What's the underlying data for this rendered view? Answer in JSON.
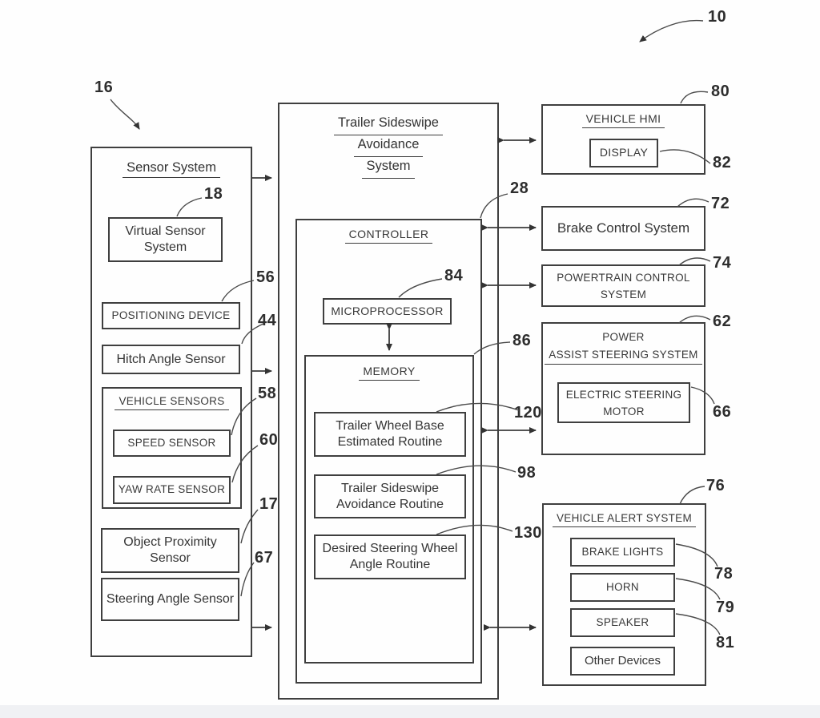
{
  "figure": {
    "ref": "10"
  },
  "sensor_system": {
    "ref": "16",
    "title": "Sensor System",
    "virtual_sensor": {
      "ref": "18",
      "label": "Virtual Sensor System"
    },
    "positioning_device": {
      "ref": "56",
      "label": "POSITIONING DEVICE"
    },
    "hitch_angle_sensor": {
      "ref": "44",
      "label": "Hitch Angle Sensor"
    },
    "vehicle_sensors": {
      "title": "VEHICLE SENSORS",
      "speed_sensor": {
        "ref": "58",
        "label": "SPEED SENSOR"
      },
      "yaw_rate_sensor": {
        "ref": "60",
        "label": "YAW RATE SENSOR"
      }
    },
    "object_proximity_sensor": {
      "ref": "17",
      "label": "Object Proximity Sensor"
    },
    "steering_angle_sensor": {
      "ref": "67",
      "label": "Steering Angle Sensor"
    }
  },
  "avoidance_system": {
    "title_lines": [
      "Trailer Sideswipe",
      "Avoidance",
      "System"
    ],
    "controller": {
      "ref": "28",
      "title": "CONTROLLER",
      "microprocessor": {
        "ref": "84",
        "label": "MICROPROCESSOR"
      },
      "memory": {
        "ref": "86",
        "title": "MEMORY",
        "routines": [
          {
            "ref": "120",
            "label": "Trailer Wheel Base Estimated Routine"
          },
          {
            "ref": "98",
            "label": "Trailer Sideswipe Avoidance Routine"
          },
          {
            "ref": "130",
            "label": "Desired Steering Wheel Angle Routine"
          }
        ]
      }
    }
  },
  "vehicle_hmi": {
    "ref": "80",
    "title": "VEHICLE HMI",
    "display": {
      "ref": "82",
      "label": "DISPLAY"
    }
  },
  "brake_control_system": {
    "ref": "72",
    "label": "Brake Control System"
  },
  "powertrain_control_system": {
    "ref": "74",
    "line1": "POWERTRAIN CONTROL",
    "line2": "SYSTEM"
  },
  "power_assist_steering_system": {
    "ref": "62",
    "line1": "POWER",
    "line2": "ASSIST STEERING SYSTEM",
    "electric_steering_motor": {
      "ref": "66",
      "line1": "ELECTRIC STEERING",
      "line2": "MOTOR"
    }
  },
  "vehicle_alert_system": {
    "ref": "76",
    "title": "VEHICLE ALERT SYSTEM",
    "devices": [
      {
        "ref": "78",
        "label": "BRAKE LIGHTS"
      },
      {
        "ref": "79",
        "label": "HORN"
      },
      {
        "ref": "81",
        "label": "SPEAKER"
      },
      {
        "ref": "",
        "label": "Other Devices"
      }
    ]
  }
}
